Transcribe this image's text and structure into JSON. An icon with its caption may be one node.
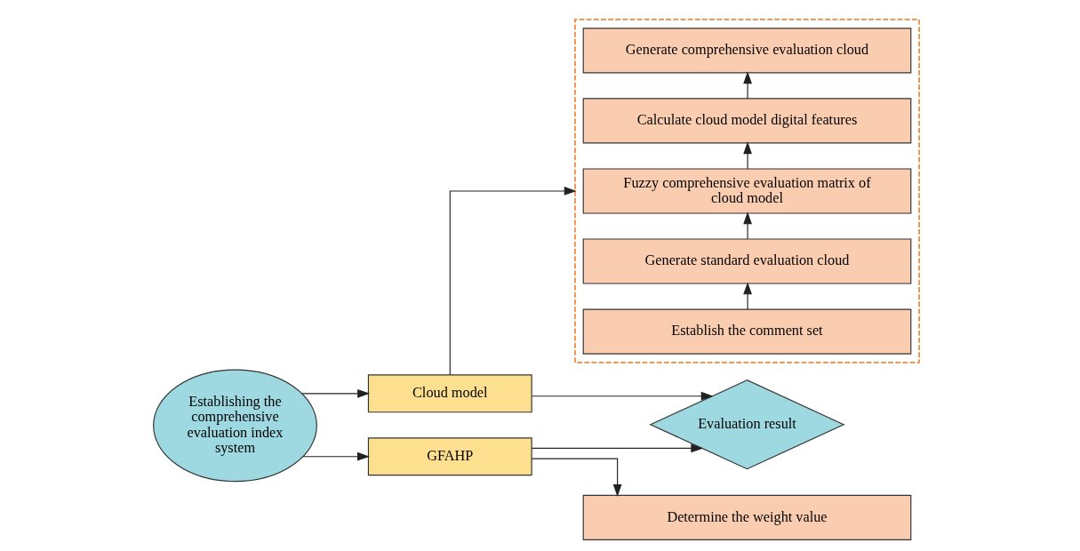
{
  "diagram": {
    "nodes": [
      {
        "text": [
          "Establishing the comprehensive evaluation index system"
        ]
      },
      {
        "text": [
          "Cloud model"
        ]
      },
      {
        "text": [
          "Evaluation result"
        ]
      },
      {
        "text": [
          "GFAHP"
        ]
      },
      {
        "text": [],
        "shape": "box"
      },
      {
        "text": [
          "Establish the comment set"
        ],
        "in": 4
      },
      {
        "text": [
          "Generate standard evaluation cloud"
        ],
        "in": 4
      },
      {
        "text": [
          "Fuzzy comprehensive evaluation matrix of cloud model"
        ],
        "in": 4
      },
      {
        "text": [
          "Calculate cloud model digital features"
        ],
        "in": 4
      },
      {
        "text": [
          "Generate comprehensive evaluation cloud"
        ],
        "in": 4
      },
      {
        "text": [
          "Determine the weight value"
        ]
      }
    ],
    "edges": [
      {
        "from": 0,
        "to": 1,
        "arrow": "to"
      },
      {
        "from": 0,
        "to": 3,
        "arrow": "to"
      },
      {
        "from": 1,
        "to": 2,
        "arrow": "to"
      },
      {
        "from": 3,
        "to": 2,
        "arrow": "to"
      },
      {
        "from": 1,
        "to": 4,
        "arrow": "to"
      },
      {
        "from": 5,
        "to": 6,
        "arrow": "to"
      },
      {
        "from": 6,
        "to": 7,
        "arrow": "to"
      },
      {
        "from": 7,
        "to": 8,
        "arrow": "to"
      },
      {
        "from": 8,
        "to": 9,
        "arrow": "to"
      },
      {
        "from": 3,
        "to": 10,
        "arrow": "to"
      }
    ]
  }
}
